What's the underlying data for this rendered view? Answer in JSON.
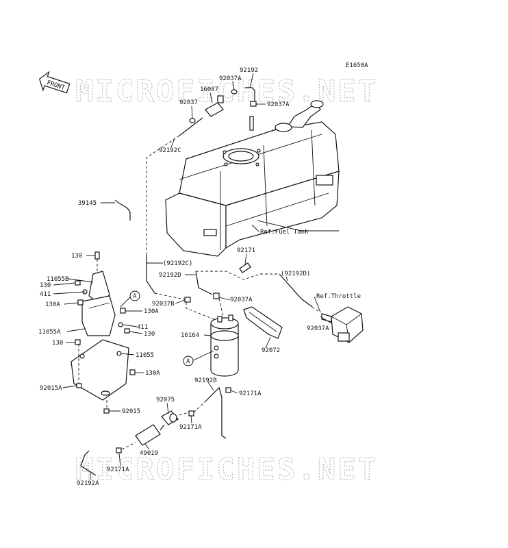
{
  "diagram_code": "E1650A",
  "front_label": "FRONT",
  "watermark": "MICROFICHES.NET",
  "refs": {
    "fuel_tank": "Ref.Fuel Tank",
    "throttle": "Ref.Throttle"
  },
  "callouts": {
    "a": "A"
  },
  "parts": {
    "p92192": "92192",
    "p92037A_top": "92037A",
    "p16087": "16087",
    "p92037_top": "92037",
    "p92037A_tank": "92037A",
    "p92192C": "92192C",
    "p39145": "39145",
    "p130_top": "130",
    "p11055B": "11055B",
    "p130_b": "130",
    "p411_a": "411",
    "p130A_a": "130A",
    "p130A_b": "130A",
    "p411_b": "411",
    "p130_c": "130",
    "p11055A": "11055A",
    "p130_d": "130",
    "p11055": "11055",
    "p130A_c": "130A",
    "p92015A": "92015A",
    "p92015": "92015",
    "p92192C_paren": "(92192C)",
    "p92192D": "92192D",
    "p92171": "92171",
    "p92192D_paren": "(92192D)",
    "p92037B": "92037B",
    "p92037A_mid": "92037A",
    "p92037A_thr": "92037A",
    "p16164": "16164",
    "p92072": "92072",
    "p92192B": "92192B",
    "p92171A_a": "92171A",
    "p92075": "92075",
    "p92171A_b": "92171A",
    "p49019": "49019",
    "p92171A_c": "92171A",
    "p92192A": "92192A"
  }
}
